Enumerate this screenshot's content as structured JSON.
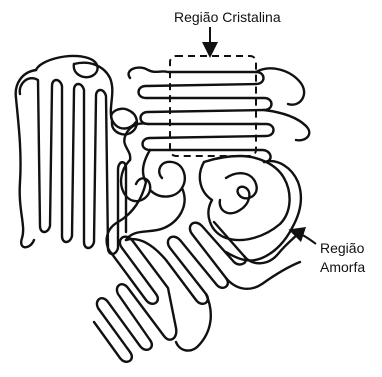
{
  "labels": {
    "crystalline": "Região Cristalina",
    "amorphous_line1": "Região",
    "amorphous_line2": "Amorfa"
  },
  "colors": {
    "ink": "#111111",
    "background": "#ffffff"
  }
}
